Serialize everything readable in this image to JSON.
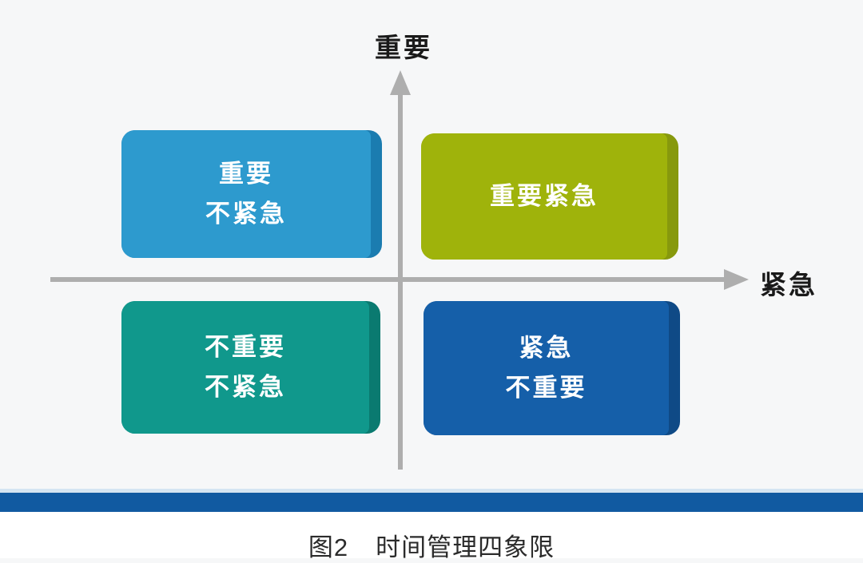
{
  "page": {
    "background": "#f6f7f8",
    "caption_prefix": "图2",
    "caption_title": "时间管理四象限"
  },
  "axes": {
    "y_label": "重要",
    "x_label": "紧急",
    "line_color": "#aeaeae"
  },
  "quadrants": [
    {
      "id": "important-not-urgent",
      "position": "top-left",
      "lines": [
        "重要",
        "不紧急"
      ],
      "face_color": "#2d9ace",
      "edge_color": "#1b7cb0"
    },
    {
      "id": "important-urgent",
      "position": "top-right",
      "lines": [
        "重要紧急"
      ],
      "face_color": "#9fb30b",
      "edge_color": "#87990d"
    },
    {
      "id": "not-important-not-urgent",
      "position": "bottom-left",
      "lines": [
        "不重要",
        "不紧急"
      ],
      "face_color": "#10988c",
      "edge_color": "#0a7a70"
    },
    {
      "id": "urgent-not-important",
      "position": "bottom-right",
      "lines": [
        "紧急",
        "不重要"
      ],
      "face_color": "#155fa9",
      "edge_color": "#0f4a86"
    }
  ],
  "footer": {
    "bar_color": "#115aa1",
    "bar_accent_color": "#d5e5f2"
  }
}
